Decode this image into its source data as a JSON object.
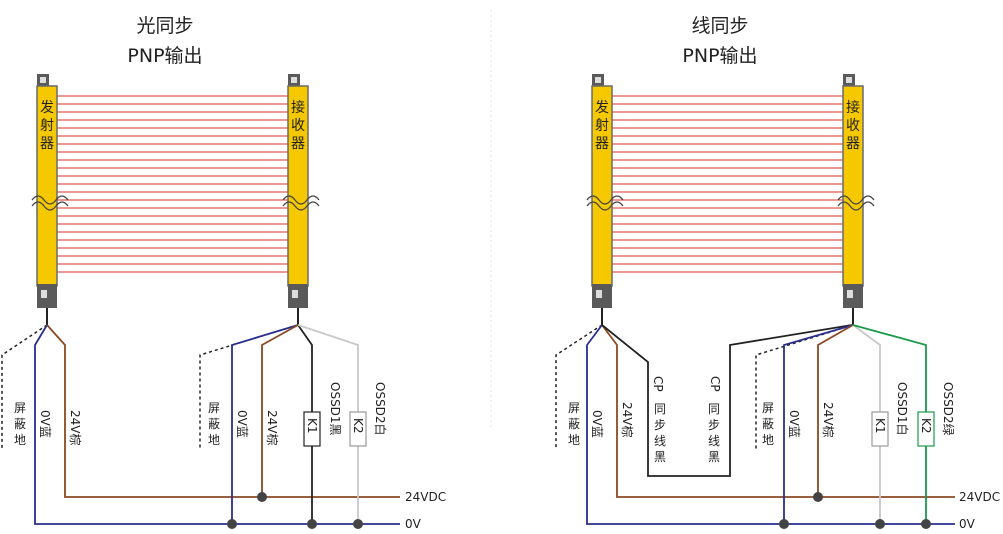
{
  "left": {
    "title": "光同步",
    "subtitle": "PNP输出",
    "emitter": [
      "发",
      "射",
      "器"
    ],
    "receiver": [
      "接",
      "收",
      "器"
    ],
    "emitter_wires": {
      "shield": [
        "屏",
        "蔽",
        "地"
      ],
      "v0": "0V蓝",
      "v24": "24V棕"
    },
    "receiver_wires": {
      "shield": [
        "屏",
        "蔽",
        "地"
      ],
      "v0": "0V蓝",
      "v24": "24V棕",
      "k1": "K1",
      "ossd1": "OSSD1黑",
      "k2": "K2",
      "ossd2": "OSSD2白"
    },
    "rail_24": "24VDC",
    "rail_0": "0V"
  },
  "right": {
    "title": "线同步",
    "subtitle": "PNP输出",
    "emitter": [
      "发",
      "射",
      "器"
    ],
    "receiver": [
      "接",
      "收",
      "器"
    ],
    "emitter_wires": {
      "shield": [
        "屏",
        "蔽",
        "地"
      ],
      "v0": "0V蓝",
      "v24": "24V棕",
      "cp": [
        "CP",
        "同",
        "步",
        "线",
        "黑"
      ]
    },
    "receiver_wires": {
      "cp": [
        "CP",
        "同",
        "步",
        "线",
        "黑"
      ],
      "shield": [
        "屏",
        "蔽",
        "地"
      ],
      "v0": "0V蓝",
      "v24": "24V棕",
      "k1": "K1",
      "ossd1": "OSSD1白",
      "k2": "K2",
      "ossd2": "OSSD2绿"
    },
    "rail_24": "24VDC",
    "rail_0": "0V"
  },
  "colors": {
    "bar": "#f5c800",
    "beam": "#d9332b",
    "blue": "#2a2f8f",
    "brown": "#8a4a24",
    "black": "#222222",
    "white_wire": "#c8c8c8",
    "green": "#1a9a4a"
  }
}
